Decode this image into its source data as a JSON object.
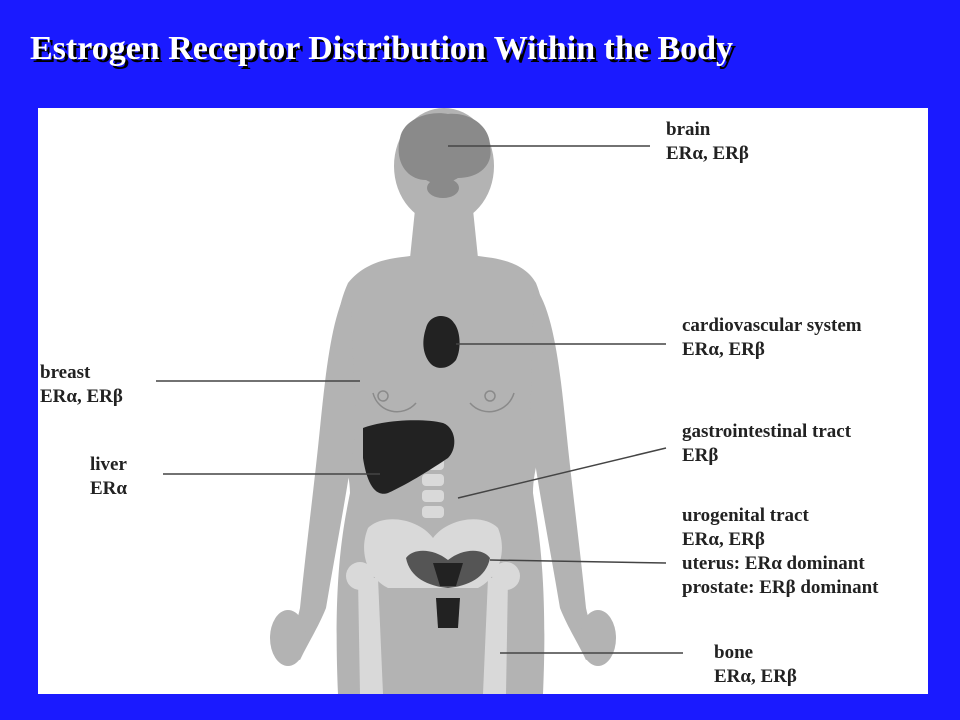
{
  "title": "Estrogen Receptor Distribution Within the Body",
  "colors": {
    "background": "#1a1aff",
    "title_text": "#ffffff",
    "title_shadow": "#000000",
    "panel": "#ffffff",
    "body_silhouette": "#b3b3b3",
    "skeleton": "#d9d9d9",
    "organ": "#222222",
    "brain": "#8a8a8a",
    "leader_line": "#444444"
  },
  "labels": {
    "brain": {
      "name": "brain",
      "receptors": "ERα, ERβ"
    },
    "cardiovascular": {
      "name": "cardiovascular system",
      "receptors": "ERα, ERβ"
    },
    "breast": {
      "name": "breast",
      "receptors": "ERα, ERβ"
    },
    "gastrointestinal": {
      "name": "gastrointestinal tract",
      "receptors": "ERβ"
    },
    "liver": {
      "name": "liver",
      "receptors": "ERα"
    },
    "urogenital": {
      "name": "urogenital tract",
      "receptors": "ERα, ERβ",
      "uterus": "uterus: ERα dominant",
      "prostate": "prostate: ERβ dominant"
    },
    "bone": {
      "name": "bone",
      "receptors": "ERα, ERβ"
    }
  }
}
